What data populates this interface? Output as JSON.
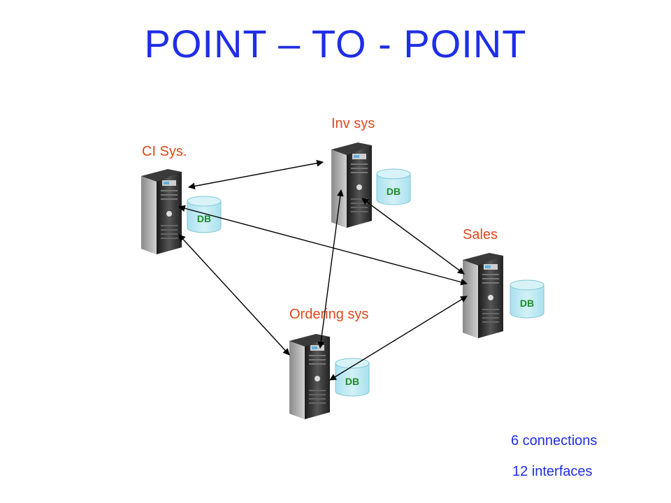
{
  "title": "POINT – TO - POINT",
  "nodes": {
    "ci": {
      "label": "CI Sys.",
      "db_label": "DB"
    },
    "inv": {
      "label": "Inv sys",
      "db_label": "DB"
    },
    "sales": {
      "label": "Sales",
      "db_label": "DB"
    },
    "ordering": {
      "label": "Ordering sys",
      "db_label": "DB"
    }
  },
  "stats": {
    "connections": "6 connections",
    "interfaces": "12 interfaces"
  },
  "colors": {
    "title": "#1f2ee6",
    "node_label": "#e0471b",
    "db_label": "#1b8a2a",
    "db_fill": "#bfe9f2",
    "connector": "#000000"
  },
  "icons": {
    "server": "server-tower-icon",
    "database": "database-cylinder-icon"
  }
}
